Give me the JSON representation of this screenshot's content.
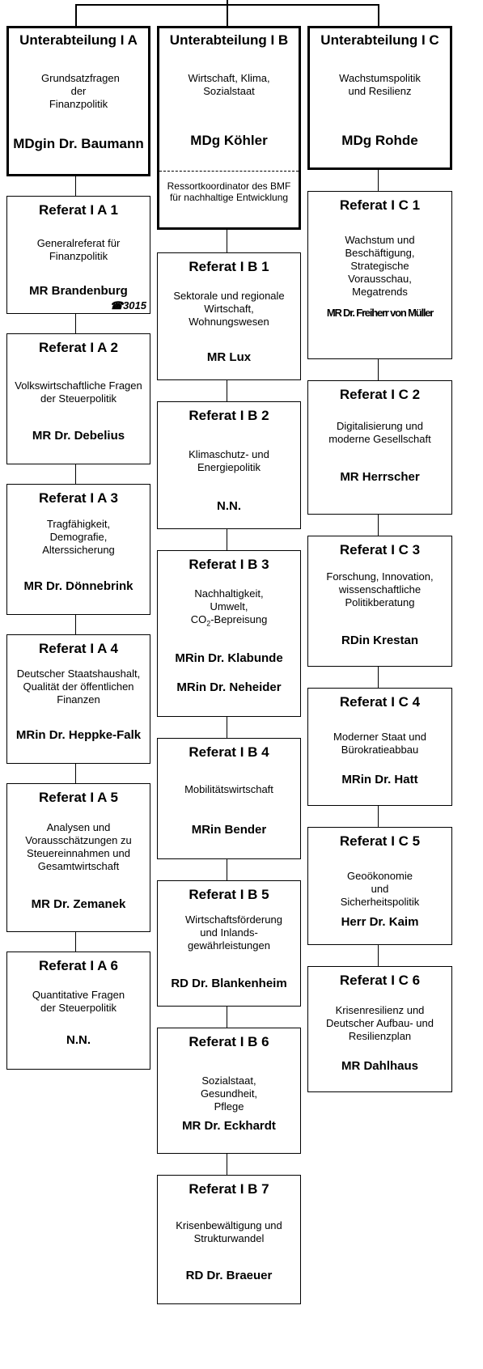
{
  "heads": {
    "a": {
      "title": "Unterabteilung I A",
      "desc": "Grundsatzfragen der Finanzpolitik",
      "person": "MDgin Dr. Baumann"
    },
    "b": {
      "title": "Unterabteilung I B",
      "desc": "Wirtschaft, Klima, Sozialstaat",
      "person": "MDg Köhler",
      "note": "Ressortkoordinator des BMF für nachhaltige Entwicklung"
    },
    "c": {
      "title": "Unterabteilung I C",
      "desc": "Wachstumspolitik und Resilienz",
      "person": "MDg Rohde"
    }
  },
  "a": [
    {
      "title": "Referat I A 1",
      "desc": "Generalreferat für Finanzpolitik",
      "person": "MR Brandenburg",
      "phone": "☎3015"
    },
    {
      "title": "Referat I A 2",
      "desc": "Volkswirtschaftliche Fragen der Steuerpolitik",
      "person": "MR Dr. Debelius"
    },
    {
      "title": "Referat I A 3",
      "desc": "Tragfähigkeit, Demografie, Alterssicherung",
      "person": "MR Dr. Dönnebrink"
    },
    {
      "title": "Referat I A 4",
      "desc": "Deutscher Staatshaushalt, Qualität der öffentlichen Finanzen",
      "person": "MRin Dr. Heppke-Falk"
    },
    {
      "title": "Referat I A 5",
      "desc": "Analysen und Vorausschätzungen zu Steuereinnahmen und Gesamtwirtschaft",
      "person": "MR Dr. Zemanek"
    },
    {
      "title": "Referat I A 6",
      "desc": "Quantitative Fragen der Steuerpolitik",
      "person": "N.N."
    }
  ],
  "b": [
    {
      "title": "Referat I B 1",
      "desc": "Sektorale und regionale Wirtschaft, Wohnungswesen",
      "person": "MR Lux"
    },
    {
      "title": "Referat I B 2",
      "desc": "Klimaschutz- und Energiepolitik",
      "person": "N.N."
    },
    {
      "title": "Referat I B 3",
      "desc": "Nachhaltigkeit, Umwelt,",
      "desc2": "CO",
      "desc2sub": "2",
      "desc2rest": "-Bepreisung",
      "person": "MRin Dr. Klabunde",
      "person2": "MRin Dr. Neheider"
    },
    {
      "title": "Referat I B 4",
      "desc": "Mobilitätswirtschaft",
      "person": "MRin Bender"
    },
    {
      "title": "Referat I B 5",
      "desc": "Wirtschaftsförderung und Inlands-gewährleistungen",
      "person": "RD Dr. Blankenheim"
    },
    {
      "title": "Referat I B 6",
      "desc": "Sozialstaat, Gesundheit, Pflege",
      "person": "MR Dr. Eckhardt"
    },
    {
      "title": "Referat I B 7",
      "desc": "Krisenbewältigung und Strukturwandel",
      "person": "RD Dr. Braeuer"
    }
  ],
  "c": [
    {
      "title": "Referat I C 1",
      "desc": "Wachstum und Beschäftigung, Strategische Vorausschau, Megatrends",
      "person": "MR Dr. Freiherr von Müller"
    },
    {
      "title": "Referat I C 2",
      "desc": "Digitalisierung und moderne Gesellschaft",
      "person": "MR Herrscher"
    },
    {
      "title": "Referat I C 3",
      "desc": "Forschung, Innovation, wissenschaftliche Politikberatung",
      "person": "RDin Krestan"
    },
    {
      "title": "Referat I C 4",
      "desc": "Moderner Staat und Bürokratieabbau",
      "person": "MRin Dr. Hatt"
    },
    {
      "title": "Referat I C 5",
      "desc": "Geoökonomie und Sicherheitspolitik",
      "person": "Herr Dr. Kaim"
    },
    {
      "title": "Referat I C 6",
      "desc": "Krisenresilienz und Deutscher Aufbau- und Resilienzplan",
      "person": "MR Dahlhaus"
    }
  ]
}
